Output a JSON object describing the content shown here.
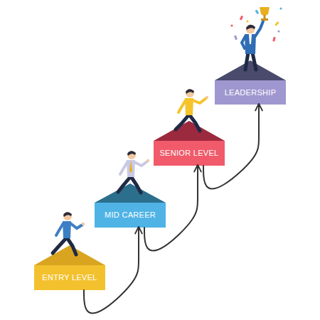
{
  "diagram": {
    "nodes": [
      {
        "text": [
          "ENTRY LEVEL"
        ]
      },
      {
        "text": [
          "MID CAREER"
        ]
      },
      {
        "text": [
          "SENIOR LEVEL"
        ]
      },
      {
        "text": [
          "LEADERSHIP"
        ]
      }
    ],
    "edges": [
      {
        "from": 0,
        "to": 1,
        "arrow": "to"
      },
      {
        "from": 1,
        "to": 2,
        "arrow": "to"
      },
      {
        "from": 2,
        "to": 3,
        "arrow": "to"
      }
    ]
  }
}
